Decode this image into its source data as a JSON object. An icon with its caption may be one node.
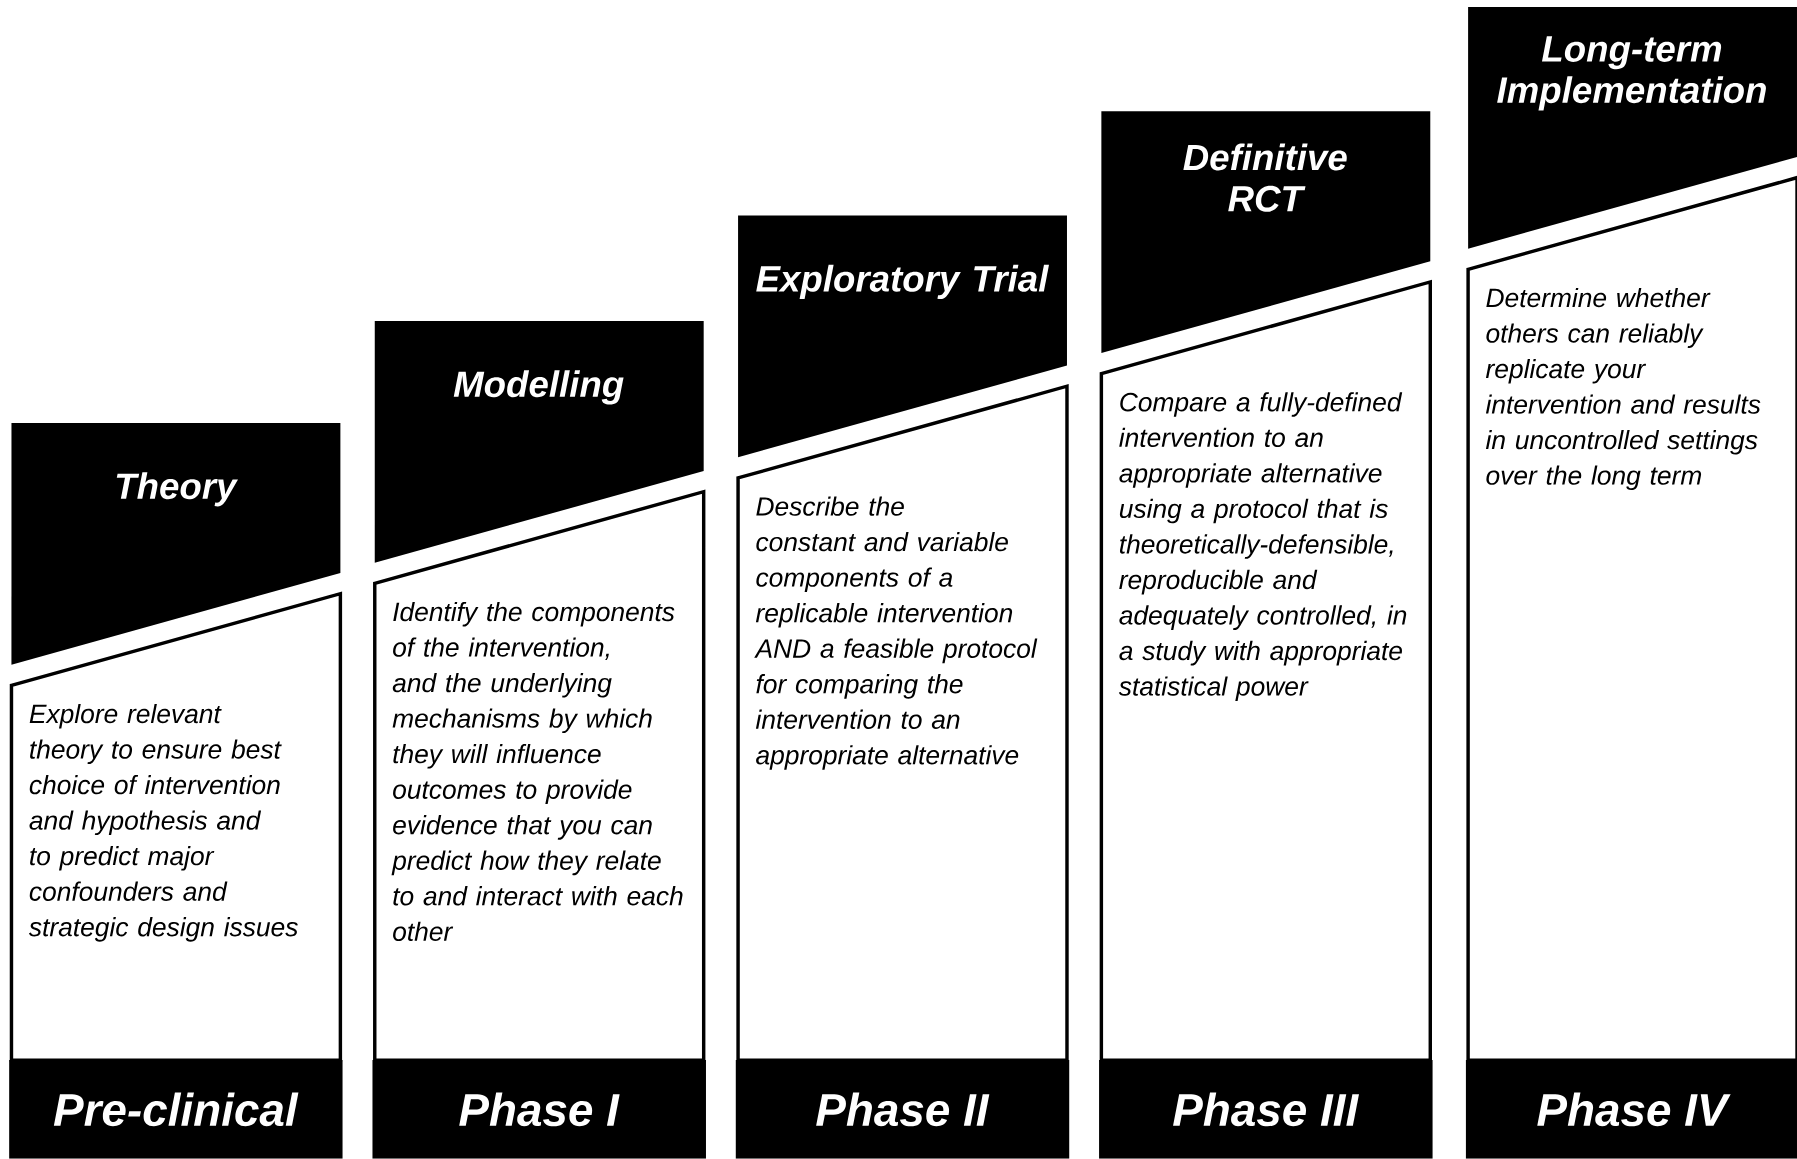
{
  "diagram": {
    "nodes": [
      {
        "text": [
          "Theory"
        ]
      },
      {
        "text": [
          "Explore relevant theory to ensure best choice of intervention and hypothesis and to predict major confounders and strategic design issues"
        ]
      },
      {
        "text": [
          "Pre-clinical"
        ]
      },
      {
        "text": [
          "Modelling"
        ]
      },
      {
        "text": [
          "Identify the components of the intervention, and the underlying mechanisms by which they will influence outcomes to provide evidence that you can predict how they relate to and interact with each other"
        ]
      },
      {
        "text": [
          "Phase I"
        ]
      },
      {
        "text": [
          "Exploratory Trial"
        ]
      },
      {
        "text": [
          "Describe the constant and variable components of a replicable intervention AND a feasible protocol for comparing the intervention to an appropriate alternative"
        ]
      },
      {
        "text": [
          "Phase II"
        ]
      },
      {
        "text": [
          "Definitive RCT"
        ]
      },
      {
        "text": [
          "Compare a fully-defined intervention to an appropriate alternative using a protocol that is theoretically-defensible, reproducible and adequately controlled, in a study with appropriate statistical power"
        ]
      },
      {
        "text": [
          "Phase III"
        ]
      },
      {
        "text": [
          "Long-term Implementation"
        ]
      },
      {
        "text": [
          "Determine whether others can reliably replicate your intervention and results in uncontrolled settings over the long term"
        ]
      },
      {
        "text": [
          "Phase IV"
        ]
      }
    ]
  }
}
